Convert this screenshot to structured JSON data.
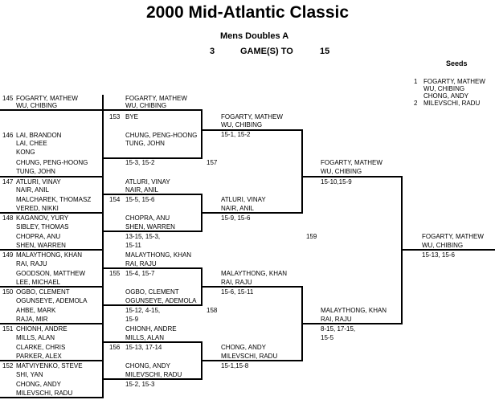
{
  "header": {
    "title": "2000 Mid-Atlantic Classic",
    "event": "Mens Doubles A",
    "games_count": "3",
    "games_label": "GAME(S) TO",
    "points": "15",
    "seeds_label": "Seeds"
  },
  "seeds": [
    {
      "num": "1",
      "line1": "FOGARTY, MATHEW",
      "line2": "WU, CHIBING"
    },
    {
      "num": "2",
      "line1": "CHONG, ANDY",
      "line2": "MILEVSCHI, RADU"
    }
  ],
  "round1": [
    {
      "match": "145",
      "line1": "FOGARTY, MATHEW",
      "line2": "WU, CHIBING"
    },
    {
      "match": "146",
      "line1": "LAI, BRANDON",
      "line2": "LAI, CHEE",
      "line3": "KONG",
      "line4": "CHUNG, PENG-HOONG",
      "line5": "TUNG, JOHN"
    },
    {
      "match": "147",
      "line1": "ATLURI, VINAY",
      "line2": "NAIR, ANIL",
      "line3": "MALCHAREK, THOMASZ",
      "line4": "VERED, NIKKI"
    },
    {
      "match": "148",
      "line1": "KAGANOV, YURY",
      "line2": "SIBLEY, THOMAS",
      "line3": "CHOPRA, ANU",
      "line4": "SHEN, WARREN"
    },
    {
      "match": "149",
      "line1": "MALAYTHONG, KHAN",
      "line2": "RAI, RAJU",
      "line3": "GOODSON, MATTHEW",
      "line4": "LEE, MICHAEL"
    },
    {
      "match": "150",
      "line1": "OGBO, CLEMENT",
      "line2": "OGUNSEYE, ADEMOLA",
      "line3": "AHBE, MARK",
      "line4": "RAJA, MIR"
    },
    {
      "match": "151",
      "line1": "CHIONH, ANDRE",
      "line2": "MILLS, ALAN",
      "line3": "CLARKE, CHRIS",
      "line4": "PARKER, ALEX"
    },
    {
      "match": "152",
      "line1": "MATVIYENKO, STEVE",
      "line2": "SHI, YAN",
      "line3": "CHONG, ANDY",
      "line4": "MILEVSCHI, RADU"
    }
  ],
  "round2": [
    {
      "line1": "FOGARTY, MATHEW",
      "line2": "WU, CHIBING",
      "match": "153",
      "bye": "BYE"
    },
    {
      "line1": "CHUNG, PENG-HOONG",
      "line2": "TUNG, JOHN",
      "score": "15-3, 15-2"
    },
    {
      "line1": "ATLURI, VINAY",
      "line2": "NAIR, ANIL",
      "match": "154",
      "score": "15-5, 15-6"
    },
    {
      "line1": "CHOPRA, ANU",
      "line2": "SHEN, WARREN",
      "score1": "13-15, 15-3,",
      "score2": "15-11"
    },
    {
      "line1": "MALAYTHONG, KHAN",
      "line2": "RAI, RAJU",
      "match": "155",
      "score": "15-4, 15-7"
    },
    {
      "line1": "OGBO, CLEMENT",
      "line2": "OGUNSEYE, ADEMOLA",
      "score1": "15-12, 4-15,",
      "score2": "15-9"
    },
    {
      "line1": "CHIONH, ANDRE",
      "line2": "MILLS, ALAN",
      "match": "156",
      "score": "15-13, 17-14"
    },
    {
      "line1": "CHONG, ANDY",
      "line2": "MILEVSCHI, RADU",
      "score": "15-2, 15-3"
    }
  ],
  "round3": [
    {
      "line1": "FOGARTY, MATHEW",
      "line2": "WU, CHIBING",
      "score": "15-1, 15-2",
      "match_after": "157"
    },
    {
      "line1": "ATLURI, VINAY",
      "line2": "NAIR, ANIL",
      "score": "15-9, 15-6"
    },
    {
      "line1": "MALAYTHONG, KHAN",
      "line2": "RAI, RAJU",
      "score": "15-6, 15-11",
      "match_after": "158"
    },
    {
      "line1": "CHONG, ANDY",
      "line2": "MILEVSCHI, RADU",
      "score": "15-1,15-8"
    }
  ],
  "semis": [
    {
      "line1": "FOGARTY, MATHEW",
      "line2": "WU, CHIBING",
      "score": "15-10,15-9",
      "match_after": "159"
    },
    {
      "line1": "MALAYTHONG, KHAN",
      "line2": "RAI, RAJU",
      "score1": "8-15, 17-15,",
      "score2": "15-5"
    }
  ],
  "final": {
    "line1": "FOGARTY, MATHEW",
    "line2": "WU, CHIBING",
    "score": "15-13, 15-6"
  }
}
